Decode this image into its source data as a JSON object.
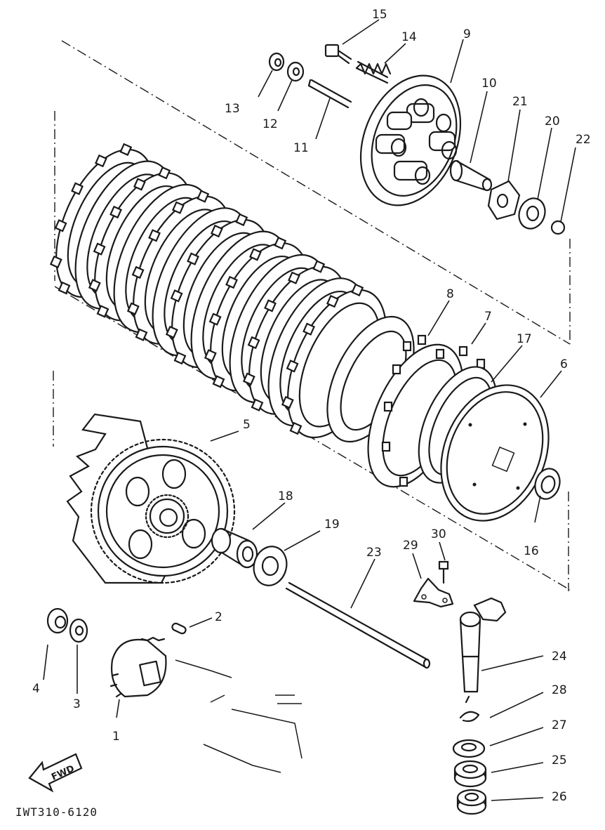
{
  "diagram": {
    "part_numbers": [
      "1",
      "2",
      "3",
      "4",
      "5",
      "6",
      "7",
      "8",
      "9",
      "10",
      "11",
      "12",
      "13",
      "14",
      "15",
      "16",
      "17",
      "18",
      "19",
      "20",
      "21",
      "22",
      "23",
      "24",
      "25",
      "26",
      "27",
      "28",
      "29",
      "30"
    ],
    "direction_label": "FWD",
    "figure_code": "IWT310-6120"
  }
}
